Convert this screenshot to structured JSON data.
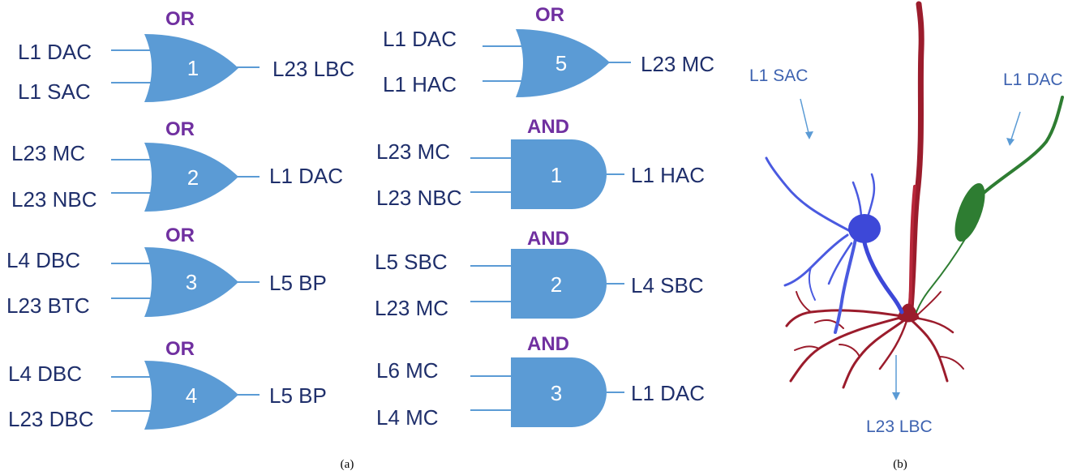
{
  "gates_left": [
    {
      "type": "OR",
      "num": "1",
      "in1": "L1 DAC",
      "in2": "L1 SAC",
      "out": "L23 LBC"
    },
    {
      "type": "OR",
      "num": "2",
      "in1": "L23 MC",
      "in2": "L23 NBC",
      "out": "L1 DAC"
    },
    {
      "type": "OR",
      "num": "3",
      "in1": "L4 DBC",
      "in2": "L23 BTC",
      "out": "L5 BP"
    },
    {
      "type": "OR",
      "num": "4",
      "in1": "L4 DBC",
      "in2": "L23 DBC",
      "out": "L5 BP"
    }
  ],
  "gates_right": [
    {
      "type": "OR",
      "num": "5",
      "in1": "L1 DAC",
      "in2": "L1 HAC",
      "out": "L23 MC"
    },
    {
      "type": "AND",
      "num": "1",
      "in1": "L23 MC",
      "in2": "L23 NBC",
      "out": "L1 HAC"
    },
    {
      "type": "AND",
      "num": "2",
      "in1": "L5 SBC",
      "in2": "L23 MC",
      "out": "L4 SBC"
    },
    {
      "type": "AND",
      "num": "3",
      "in1": "L6 MC",
      "in2": "L4 MC",
      "out": "L1 DAC"
    }
  ],
  "neuron": {
    "label_left": "L1 SAC",
    "label_right": "L1 DAC",
    "label_bottom": "L23 LBC",
    "colors": {
      "left": "#4a5ae0",
      "center": "#9b1c2c",
      "right": "#2e7d32"
    }
  },
  "captions": {
    "a": "(a)",
    "b": "(b)"
  }
}
